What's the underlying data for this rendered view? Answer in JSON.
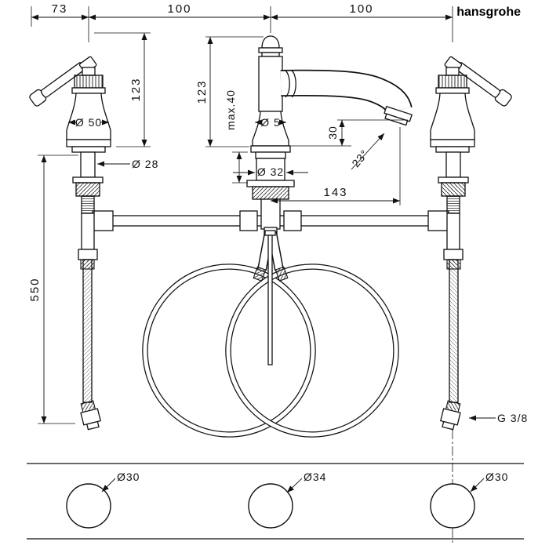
{
  "brand": {
    "logo_text": "hansgrohe"
  },
  "front_view": {
    "dim_73": "73",
    "dim_100_left": "100",
    "dim_100_right": "100",
    "dim_123_left": "123",
    "dim_123_center": "123",
    "dim_max40": "max.40",
    "dia_50": "Ø 50",
    "dia_5": "Ø 5",
    "dia_28": "Ø 28",
    "dia_32": "Ø 32",
    "dim_30": "30",
    "angle_23": "23°",
    "dim_143": "143",
    "dim_550": "550",
    "thread": "G 3/8"
  },
  "plan_view": {
    "hole_left": "Ø30",
    "hole_center": "Ø34",
    "hole_right": "Ø30"
  }
}
